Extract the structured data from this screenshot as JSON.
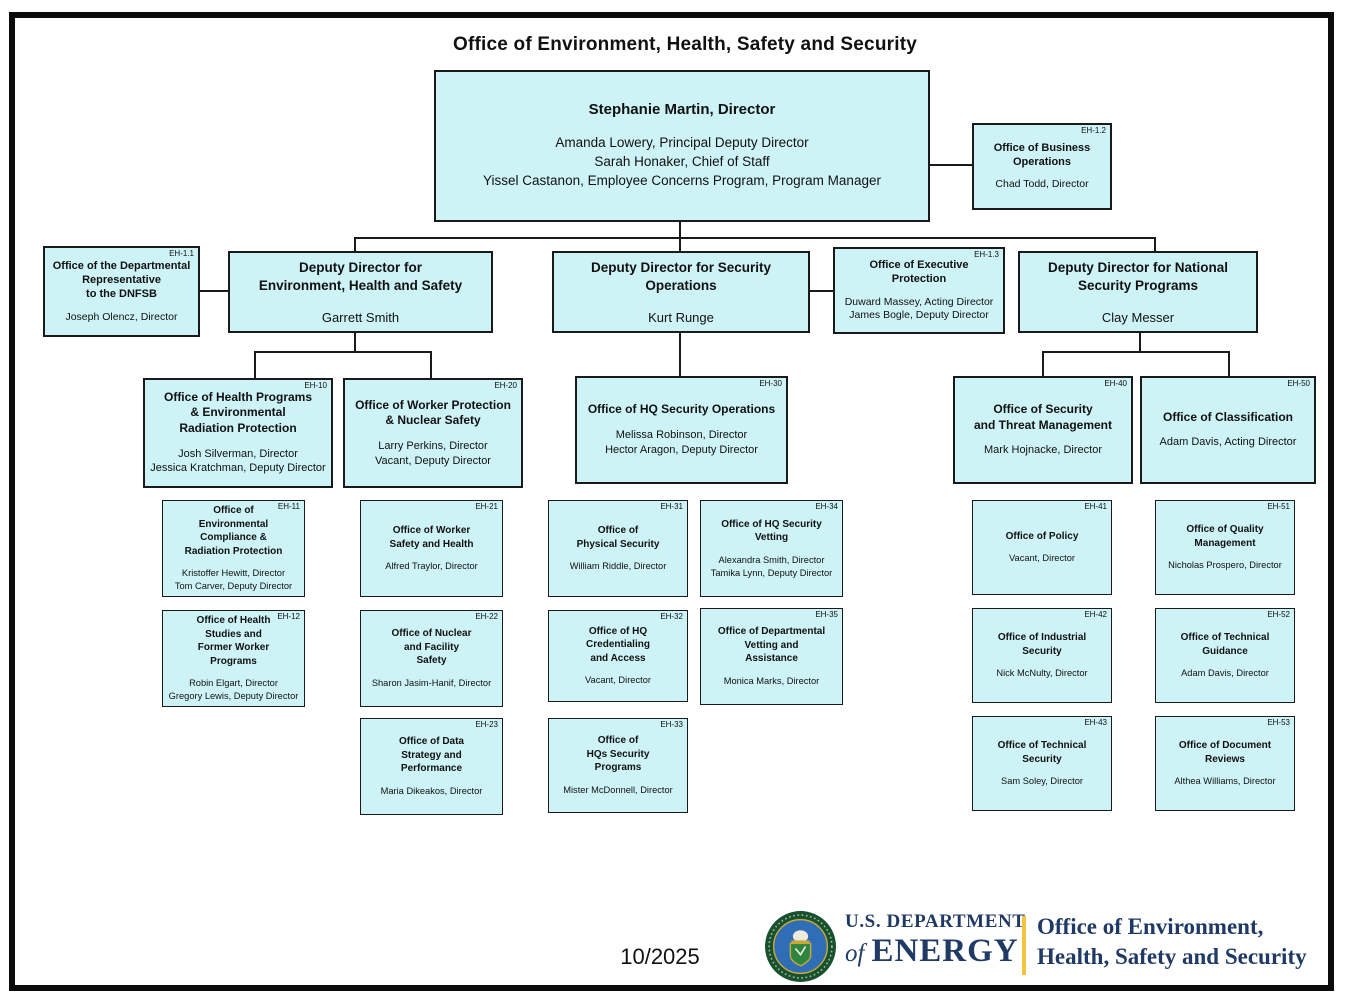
{
  "page": {
    "title": "Office of Environment, Health, Safety and Security",
    "date": "10/2025"
  },
  "colors": {
    "box_fill": "#CDF3F7",
    "box_border": "#1A1A1A",
    "navy": "#203A66",
    "gold": "#F5C242",
    "seal_green": "#17512D",
    "seal_blue": "#2F6EB6"
  },
  "boxes": {
    "main": {
      "title": "Stephanie Martin, Director",
      "staff": [
        "Amanda Lowery, Principal Deputy Director",
        "Sarah Honaker, Chief of Staff",
        "Yissel Castanon, Employee Concerns Program, Program Manager"
      ]
    },
    "eh1_2": {
      "code": "EH-1.2",
      "title": "Office of Business\nOperations",
      "staff": [
        "Chad Todd, Director"
      ]
    },
    "eh1_1": {
      "code": "EH-1.1",
      "title": "Office of the Departmental\nRepresentative\nto the DNFSB",
      "staff": [
        "Joseph Olencz, Director"
      ]
    },
    "dd_ehs": {
      "title": "Deputy Director for\nEnvironment, Health and Safety",
      "staff": [
        "Garrett Smith"
      ]
    },
    "dd_so": {
      "title": "Deputy Director for Security\nOperations",
      "staff": [
        "Kurt Runge"
      ]
    },
    "eh1_3": {
      "code": "EH-1.3",
      "title": "Office of Executive\nProtection",
      "staff": [
        "Duward Massey, Acting Director",
        "James Bogle, Deputy Director"
      ]
    },
    "dd_nsp": {
      "title": "Deputy Director for National\nSecurity Programs",
      "staff": [
        "Clay Messer"
      ]
    },
    "eh10": {
      "code": "EH-10",
      "title": "Office of Health Programs\n& Environmental\nRadiation Protection",
      "staff": [
        "Josh Silverman, Director",
        "Jessica Kratchman, Deputy Director"
      ]
    },
    "eh20": {
      "code": "EH-20",
      "title": "Office of Worker Protection\n& Nuclear Safety",
      "staff": [
        "Larry Perkins, Director",
        "Vacant, Deputy Director"
      ]
    },
    "eh30": {
      "code": "EH-30",
      "title": "Office of HQ Security Operations",
      "staff": [
        "Melissa Robinson, Director",
        "Hector Aragon, Deputy Director"
      ]
    },
    "eh40": {
      "code": "EH-40",
      "title": "Office of Security\nand Threat Management",
      "staff": [
        "Mark Hojnacke, Director"
      ]
    },
    "eh50": {
      "code": "EH-50",
      "title": "Office of Classification",
      "staff": [
        "Adam Davis, Acting Director"
      ]
    },
    "eh11": {
      "code": "EH-11",
      "title": "Office of\nEnvironmental\nCompliance &\nRadiation Protection",
      "staff": [
        "Kristoffer Hewitt, Director",
        "Tom Carver, Deputy Director"
      ]
    },
    "eh12": {
      "code": "EH-12",
      "title": "Office of Health\nStudies and\nFormer Worker\nPrograms",
      "staff": [
        "Robin Elgart, Director",
        "Gregory Lewis, Deputy Director"
      ]
    },
    "eh21": {
      "code": "EH-21",
      "title": "Office of Worker\nSafety and Health",
      "staff": [
        "Alfred Traylor, Director"
      ]
    },
    "eh22": {
      "code": "EH-22",
      "title": "Office of Nuclear\nand Facility\nSafety",
      "staff": [
        "Sharon Jasim-Hanif, Director"
      ]
    },
    "eh23": {
      "code": "EH-23",
      "title": "Office of Data\nStrategy and\nPerformance",
      "staff": [
        "Maria Dikeakos, Director"
      ]
    },
    "eh31": {
      "code": "EH-31",
      "title": "Office of\nPhysical Security",
      "staff": [
        "William Riddle, Director"
      ]
    },
    "eh32": {
      "code": "EH-32",
      "title": "Office of HQ\nCredentialing\nand Access",
      "staff": [
        "Vacant, Director"
      ]
    },
    "eh33": {
      "code": "EH-33",
      "title": "Office of\nHQs Security\nPrograms",
      "staff": [
        "Mister McDonnell, Director"
      ]
    },
    "eh34": {
      "code": "EH-34",
      "title": "Office of HQ Security\nVetting",
      "staff": [
        "Alexandra Smith, Director",
        "Tamika Lynn, Deputy Director"
      ]
    },
    "eh35": {
      "code": "EH-35",
      "title": "Office of Departmental\nVetting and\nAssistance",
      "staff": [
        "Monica Marks, Director"
      ]
    },
    "eh41": {
      "code": "EH-41",
      "title": "Office of Policy",
      "staff": [
        "Vacant, Director"
      ]
    },
    "eh42": {
      "code": "EH-42",
      "title": "Office of Industrial\nSecurity",
      "staff": [
        "Nick McNulty, Director"
      ]
    },
    "eh43": {
      "code": "EH-43",
      "title": "Office of Technical\nSecurity",
      "staff": [
        "Sam Soley, Director"
      ]
    },
    "eh51": {
      "code": "EH-51",
      "title": "Office of Quality\nManagement",
      "staff": [
        "Nicholas Prospero, Director"
      ]
    },
    "eh52": {
      "code": "EH-52",
      "title": "Office of Technical\nGuidance",
      "staff": [
        "Adam Davis, Director"
      ]
    },
    "eh53": {
      "code": "EH-53",
      "title": "Office of Document\nReviews",
      "staff": [
        "Althea Williams, Director"
      ]
    }
  },
  "footer": {
    "date": "10/2025",
    "logo": {
      "dept": "U.S. DEPARTMENT",
      "of": "of",
      "energy": "ENERGY",
      "office_line1": "Office of Environment,",
      "office_line2": "Health, Safety and Security"
    }
  }
}
